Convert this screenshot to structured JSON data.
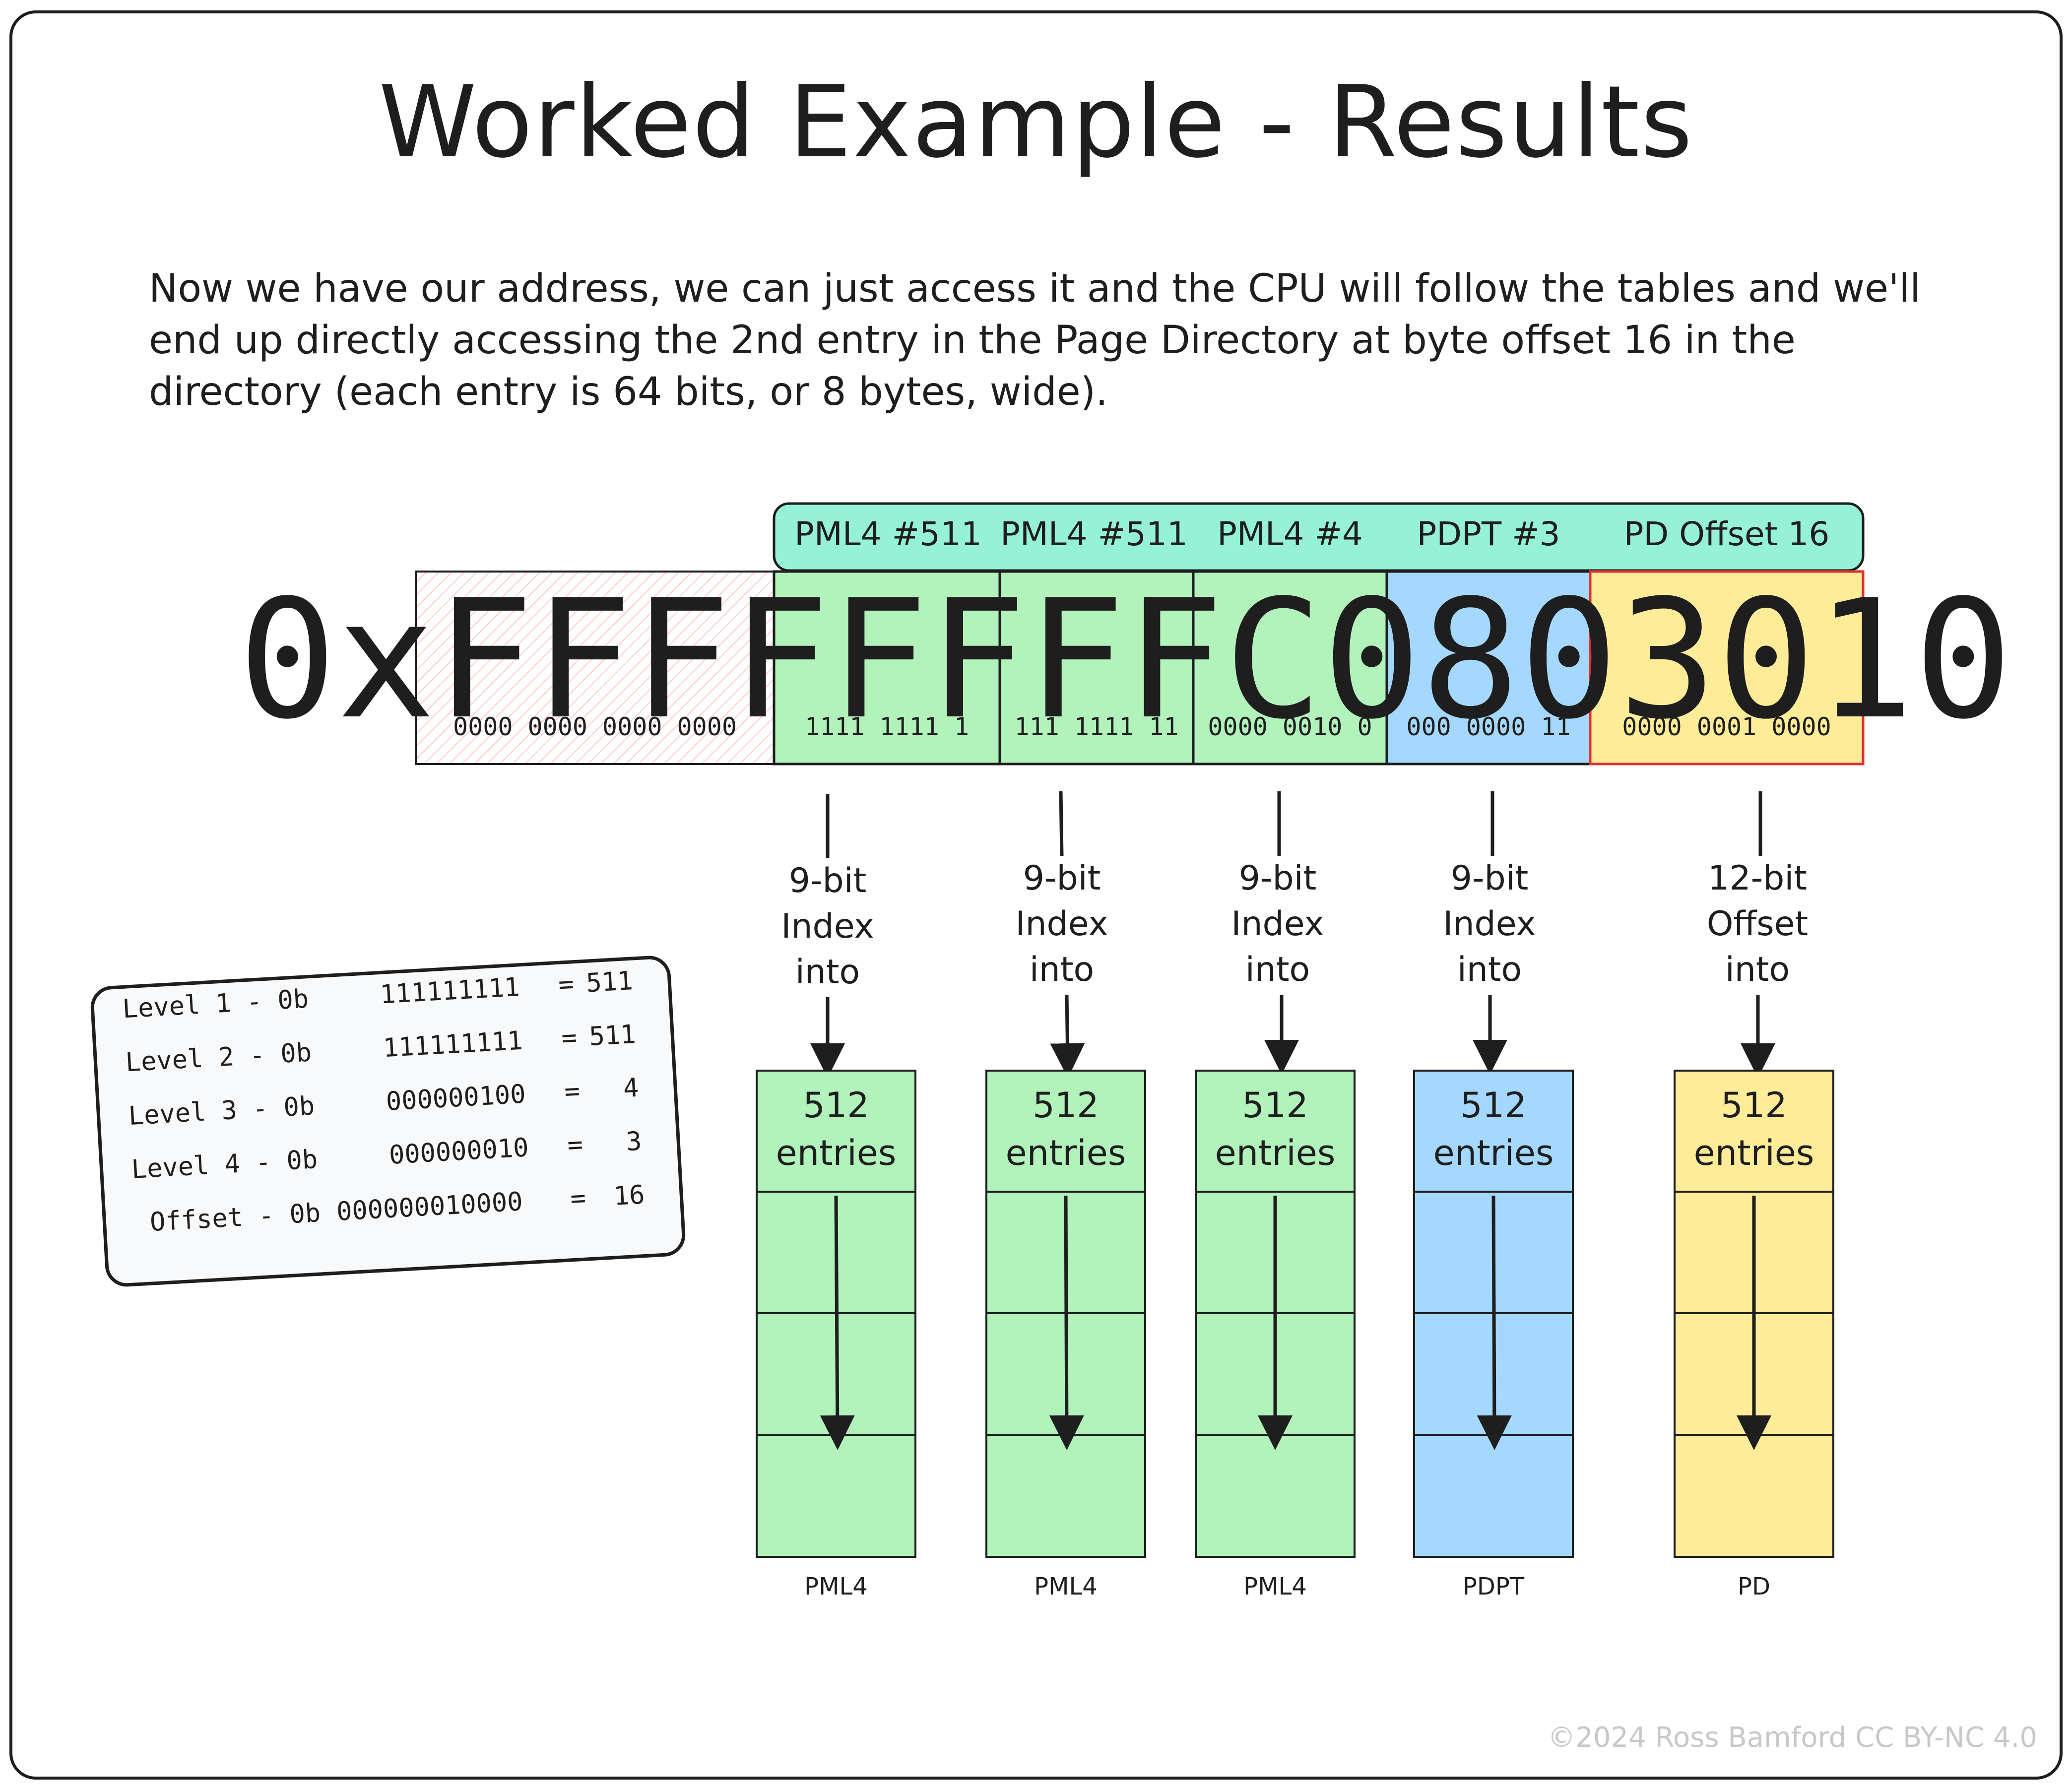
{
  "title": "Worked Example - Results",
  "intro": "Now we have our address, we can just access it and the CPU will follow the tables and we'll end up directly accessing the 2nd entry in the Page Directory at byte offset 16 in the directory (each entry is 64 bits, or 8 bytes, wide).",
  "top_labels": [
    "PML4 #511",
    "PML4 #511",
    "PML4 #4",
    "PDPT #3",
    "PD Offset 16"
  ],
  "hex_address": "0xFFFFFFFFC0803010",
  "bit_groups": [
    "0000 0000 0000 0000",
    "1111 1111 1",
    "111 1111 11",
    "0000 0010 0",
    "000 0000 11",
    "0000 0001 0000"
  ],
  "index_labels": [
    [
      "9-bit",
      "Index",
      "into"
    ],
    [
      "9-bit",
      "Index",
      "into"
    ],
    [
      "9-bit",
      "Index",
      "into"
    ],
    [
      "9-bit",
      "Index",
      "into"
    ],
    [
      "12-bit",
      "Offset",
      "into"
    ]
  ],
  "tables": [
    {
      "count": "512",
      "unit": "entries",
      "name": "PML4"
    },
    {
      "count": "512",
      "unit": "entries",
      "name": "PML4"
    },
    {
      "count": "512",
      "unit": "entries",
      "name": "PML4"
    },
    {
      "count": "512",
      "unit": "entries",
      "name": "PDPT"
    },
    {
      "count": "512",
      "unit": "entries",
      "name": "PD"
    }
  ],
  "levels": [
    {
      "label": "Level 1 - 0b",
      "bits": "111111111",
      "eq": "=",
      "value": "511"
    },
    {
      "label": "Level 2 - 0b",
      "bits": "111111111",
      "eq": "=",
      "value": "511"
    },
    {
      "label": "Level 3 - 0b",
      "bits": "000000100",
      "eq": "=",
      "value": "4"
    },
    {
      "label": "Level 4 - 0b",
      "bits": "000000010",
      "eq": "=",
      "value": "3"
    },
    {
      "label": " Offset - 0b",
      "bits": "000000010000",
      "eq": "=",
      "value": "16"
    }
  ],
  "credit": "©2024 Ross Bamford CC BY-NC 4.0",
  "colors": {
    "teal": "#96f2d7",
    "green": "#b2f2bb",
    "blue": "#a5d8ff",
    "yellow": "#ffec99",
    "pink_hatch": "#ffc9c9",
    "red_border": "#e03131",
    "panel": "#f8f9fa"
  }
}
